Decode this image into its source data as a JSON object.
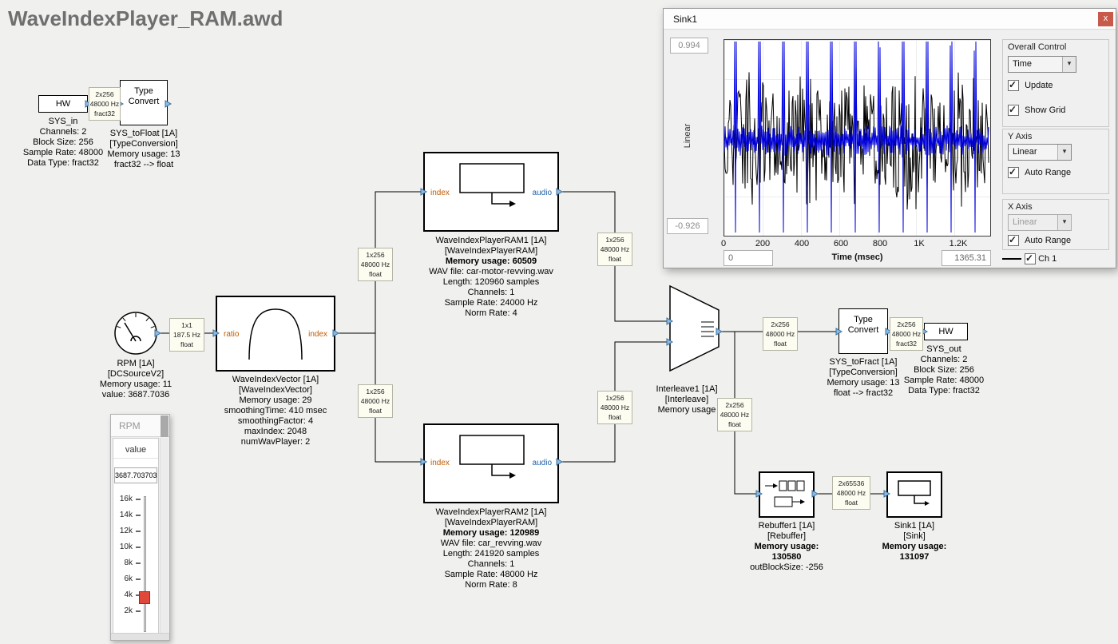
{
  "icons": {
    "check": "✓",
    "dropdown_arrow": "▾",
    "close": "x"
  },
  "colors": {
    "canvas_bg": "#f0f0ee",
    "port_blue": "#8ab9e4",
    "handle_red": "#e0493a",
    "trace_blue": "#0000dd",
    "trace_black": "#000000"
  },
  "title": "WaveIndexPlayer_RAM.awd",
  "diagram": {
    "sys_in": {
      "hw": "HW",
      "caption": [
        "SYS_in",
        "Channels: 2",
        "Block Size: 256",
        "Sample Rate: 48000",
        "Data Type: fract32"
      ]
    },
    "wire_label_sys_in": [
      "2x256",
      "48000 Hz",
      "fract32"
    ],
    "type_convert_in": {
      "label_lines": [
        "Type",
        "Convert"
      ],
      "caption": [
        "SYS_toFloat [1A]",
        "[TypeConversion]",
        "Memory usage: 13",
        "fract32 --> float"
      ]
    },
    "rpm_source": {
      "caption": [
        "RPM [1A]",
        "[DCSourceV2]",
        "Memory usage: 11",
        "value: 3687.7036"
      ]
    },
    "wire_label_rpm": [
      "1x1",
      "187.5 Hz",
      "float"
    ],
    "wave_index_vector": {
      "port_in": "ratio",
      "port_out": "index",
      "caption": [
        "WaveIndexVector [1A]",
        "[WaveIndexVector]",
        "Memory usage: 29",
        "smoothingTime: 410 msec",
        "smoothingFactor: 4",
        "maxIndex: 2048",
        "numWavPlayer: 2"
      ]
    },
    "wire_label_to_player1": [
      "1x256",
      "48000 Hz",
      "float"
    ],
    "wire_label_to_player2": [
      "1x256",
      "48000 Hz",
      "float"
    ],
    "player1": {
      "port_in": "index",
      "port_out": "audio",
      "caption": [
        "WaveIndexPlayerRAM1 [1A]",
        "[WaveIndexPlayerRAM]",
        "Memory usage: 60509",
        "WAV file: car-motor-revving.wav",
        "Length: 120960 samples",
        "Channels: 1",
        "Sample Rate: 24000 Hz",
        "Norm Rate: 4"
      ]
    },
    "player2": {
      "port_in": "index",
      "port_out": "audio",
      "caption": [
        "WaveIndexPlayerRAM2 [1A]",
        "[WaveIndexPlayerRAM]",
        "Memory usage: 120989",
        "WAV file: car_revving.wav",
        "Length: 241920 samples",
        "Channels: 1",
        "Sample Rate: 48000 Hz",
        "Norm Rate: 8"
      ]
    },
    "wire_label_player1_out": [
      "1x256",
      "48000 Hz",
      "float"
    ],
    "wire_label_player2_out": [
      "1x256",
      "48000 Hz",
      "float"
    ],
    "interleave": {
      "caption": [
        "Interleave1 [1A]",
        "[Interleave]",
        "Memory usage"
      ]
    },
    "wire_label_interleave_out": [
      "2x256",
      "48000 Hz",
      "float"
    ],
    "wire_label_to_rebuffer": [
      "2x256",
      "48000 Hz",
      "float"
    ],
    "type_convert_out": {
      "label_lines": [
        "Type",
        "Convert"
      ],
      "caption": [
        "SYS_toFract [1A]",
        "[TypeConversion]",
        "Memory usage: 13",
        "float --> fract32"
      ]
    },
    "wire_label_sys_out": [
      "2x256",
      "48000 Hz",
      "fract32"
    ],
    "sys_out": {
      "hw": "HW",
      "caption": [
        "SYS_out",
        "Channels: 2",
        "Block Size: 256",
        "Sample Rate: 48000",
        "Data Type: fract32"
      ]
    },
    "rebuffer": {
      "caption": [
        "Rebuffer1 [1A]",
        "[Rebuffer]",
        "Memory usage: 130580",
        "outBlockSize: -256"
      ]
    },
    "wire_label_rebuffer_out": [
      "2x65536",
      "48000 Hz",
      "float"
    ],
    "sink_block": {
      "caption": [
        "Sink1 [1A]",
        "[Sink]",
        "Memory usage: 131097"
      ]
    }
  },
  "sink_window": {
    "title": "Sink1",
    "plot": {
      "type": "line",
      "y_max": 0.994,
      "y_min": -0.926,
      "y_max_label": "0.994",
      "y_min_label": "-0.926",
      "y_axis_scale": "Linear",
      "x_ticks": [
        "0",
        "200",
        "400",
        "600",
        "800",
        "1K",
        "1.2K"
      ],
      "x_label": "Time (msec)",
      "x_min_value": "0",
      "x_max_value": "1365.31",
      "channels": [
        "Ch 1"
      ]
    },
    "controls": {
      "overall_label": "Overall Control",
      "mode_value": "Time",
      "update_label": "Update",
      "update_checked": true,
      "show_grid_label": "Show Grid",
      "show_grid_checked": true,
      "y_axis_label": "Y Axis",
      "y_scale_value": "Linear",
      "y_auto_range_label": "Auto Range",
      "y_auto_range_checked": true,
      "x_axis_label": "X Axis",
      "x_scale_value": "Linear",
      "x_auto_range_label": "Auto Range",
      "x_auto_range_checked": true,
      "legend_label": "Ch 1",
      "legend_checked": true
    }
  },
  "rpm_panel": {
    "title": "RPM",
    "column_header": "value",
    "value": "3687.703703",
    "ticks": [
      "16k",
      "14k",
      "12k",
      "10k",
      "8k",
      "6k",
      "4k",
      "2k"
    ]
  }
}
